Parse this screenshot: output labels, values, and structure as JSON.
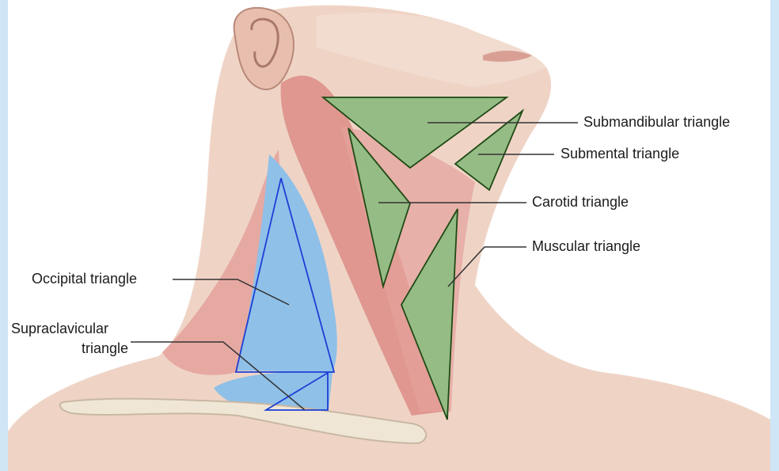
{
  "colors": {
    "background": "#cfe6f6",
    "panel": "#ffffff",
    "skin": "#efd4c6",
    "muscle": "#e4a19b",
    "anterior_triangle_fill": "#96bc86",
    "anterior_triangle_outline": "#1f4a14",
    "posterior_triangle_fill": "#8fc0e8",
    "posterior_triangle_outline": "#1c3fd6",
    "bone": "#efe6d6",
    "leader_line": "#333333"
  },
  "labels": {
    "submandibular": "Submandibular triangle",
    "submental": "Submental triangle",
    "carotid": "Carotid triangle",
    "muscular": "Muscular triangle",
    "occipital": "Occipital triangle",
    "supraclavicular_line1": "Supraclavicular",
    "supraclavicular_line2": "triangle"
  }
}
